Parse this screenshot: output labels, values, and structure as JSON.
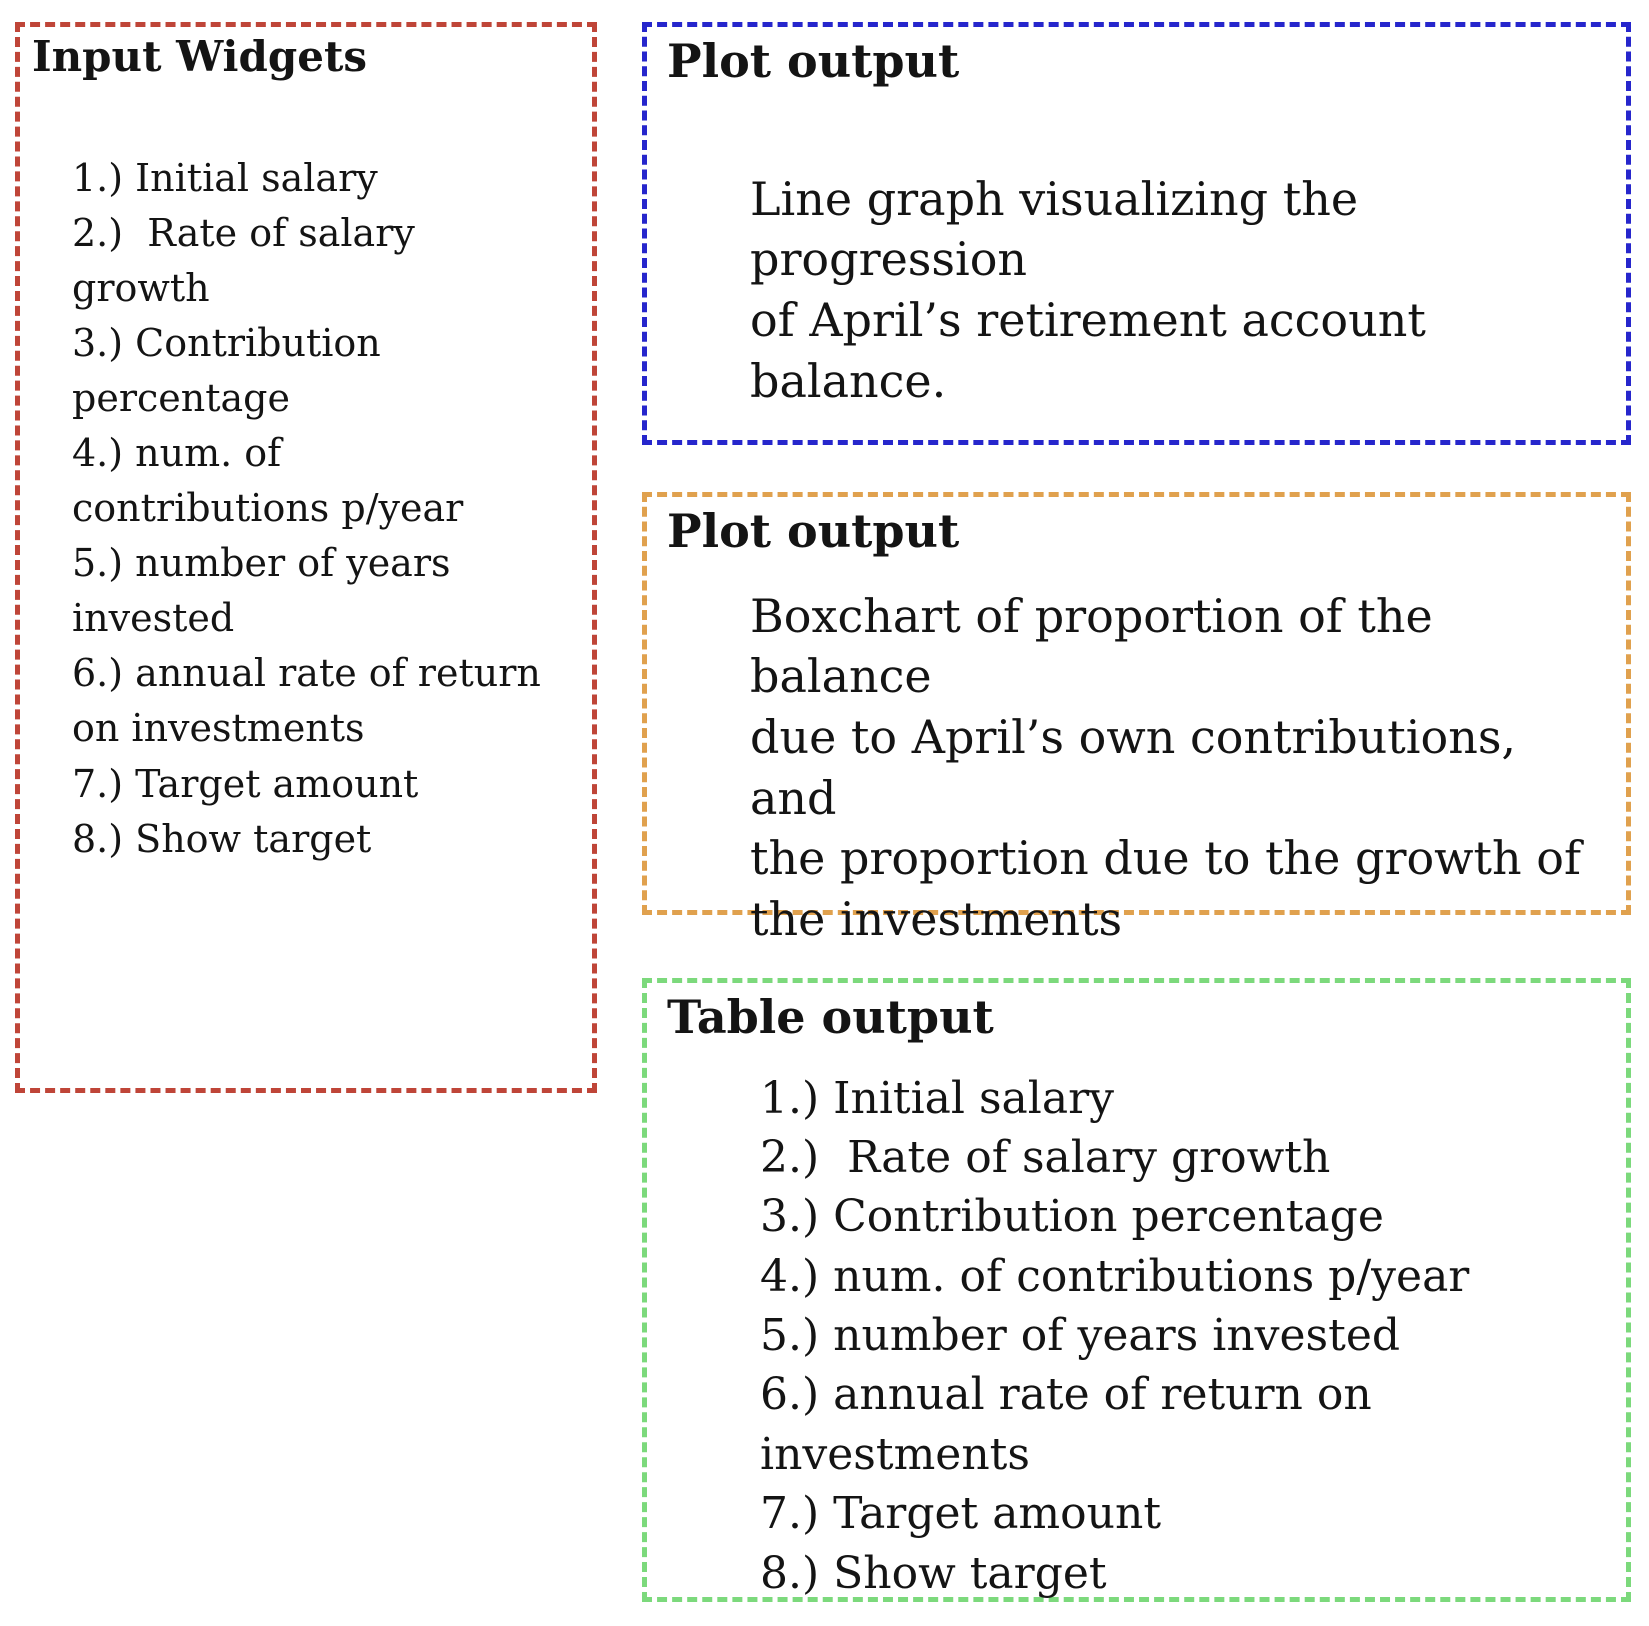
{
  "colors": {
    "input-accent": "#bf4538",
    "line-plot-accent": "#2626cc",
    "box-plot-accent": "#e0a14e",
    "table-accent": "#7cd97c",
    "text": "#141414",
    "background": "#ffffff"
  },
  "input_widgets": {
    "title": "Input Widgets",
    "items": [
      "1.) Initial salary",
      "2.)  Rate of salary\ngrowth",
      "3.) Contribution\npercentage",
      "4.) num. of\ncontributions p/year",
      "5.) number of years\ninvested",
      "6.) annual rate of return\non investments",
      "7.) Target amount",
      "8.) Show target"
    ]
  },
  "line_plot": {
    "title": "Plot output",
    "description": "Line graph visualizing the progression\nof April’s retirement account balance."
  },
  "box_plot": {
    "title": "Plot output",
    "description": "Boxchart of proportion of the balance\ndue to April’s own contributions, and\nthe proportion due to the growth of\nthe investments"
  },
  "table_output": {
    "title": "Table output",
    "items": [
      "1.) Initial salary",
      "2.)  Rate of salary growth",
      "3.) Contribution percentage",
      "4.) num. of contributions p/year",
      "5.) number of years invested",
      "6.) annual rate of return on investments",
      "7.) Target amount",
      "8.) Show target"
    ]
  }
}
